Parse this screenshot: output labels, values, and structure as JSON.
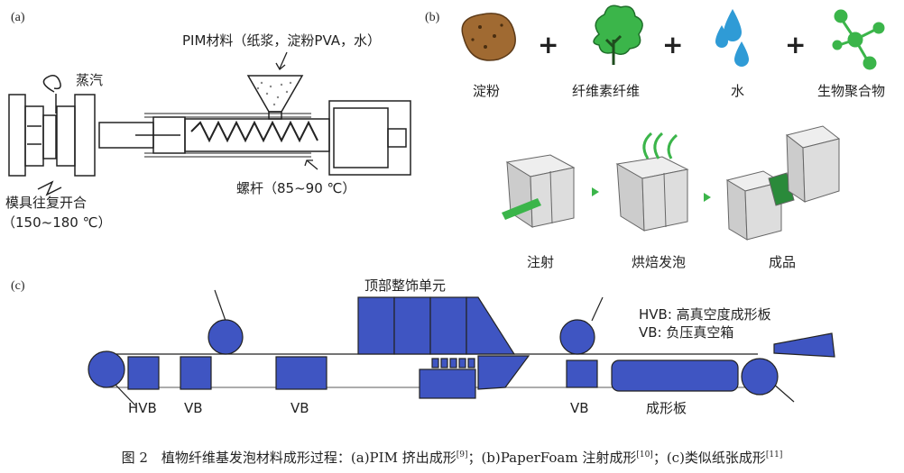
{
  "panel_a": {
    "label": "(a)",
    "material": "PIM材料（纸浆，淀粉PVA，水）",
    "steam": "蒸汽",
    "mold_line1": "模具往复开合",
    "mold_line2": "（150~180 ℃）",
    "screw": "螺杆（85~90 ℃）"
  },
  "panel_b": {
    "label": "(b)",
    "ingredients": [
      "淀粉",
      "纤维素纤维",
      "水",
      "生物聚合物"
    ],
    "plus": "+",
    "steps": [
      "注射",
      "烘焙发泡",
      "成品"
    ]
  },
  "panel_c": {
    "label": "(c)",
    "top_unit": "顶部整饰单元",
    "legend_hvb": "HVB: 高真空度成形板",
    "legend_vb": "VB: 负压真空箱",
    "box_labels": [
      "HVB",
      "VB",
      "VB",
      "VB"
    ],
    "forming_board": "成形板"
  },
  "caption": {
    "prefix": "图 2　植物纤维基发泡材料成形过程：(a)PIM 挤出成形",
    "ref1": "[9]",
    "mid": "；(b)PaperFoam 注射成形",
    "ref2": "[10]",
    "mid2": "；(c)类似纸张成形",
    "ref3": "[11]"
  },
  "colors": {
    "blue": "#3f55c2",
    "green": "#3bb54a",
    "brown": "#7a4f24"
  }
}
